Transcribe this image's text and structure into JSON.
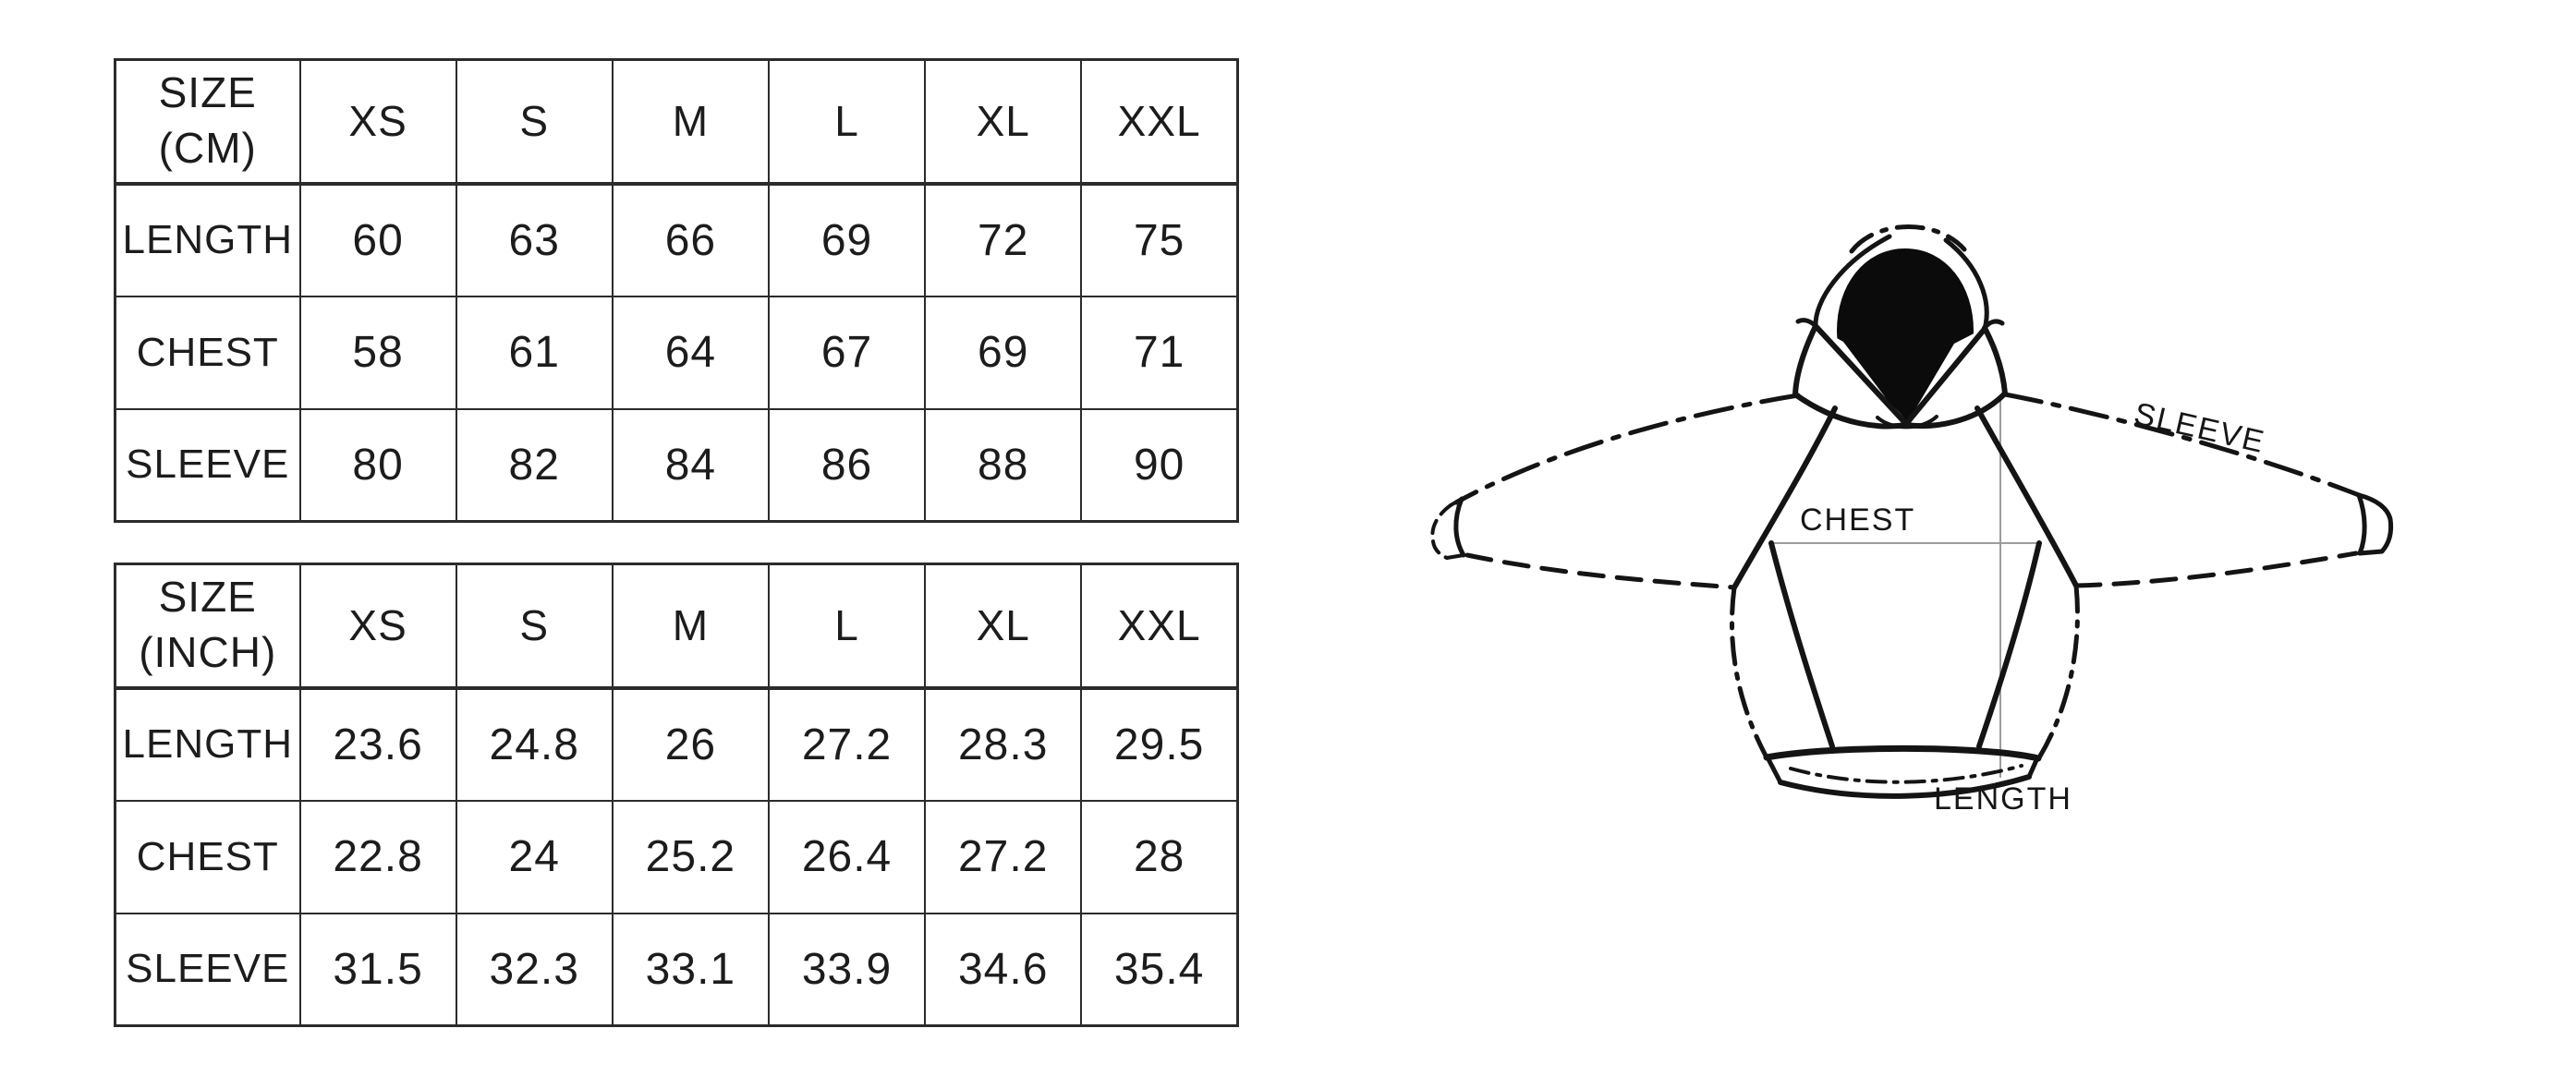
{
  "page": {
    "background_color": "#ffffff",
    "line_color": "#141414",
    "measure_line_color": "#9c9c9c"
  },
  "size_tables": [
    {
      "name": "size-table-cm",
      "unit_line1": "SIZE",
      "unit_line2": "(CM)",
      "columns": [
        "XS",
        "S",
        "M",
        "L",
        "XL",
        "XXL"
      ],
      "rows": [
        {
          "label": "LENGTH",
          "values": [
            "60",
            "63",
            "66",
            "69",
            "72",
            "75"
          ]
        },
        {
          "label": "CHEST",
          "values": [
            "58",
            "61",
            "64",
            "67",
            "69",
            "71"
          ]
        },
        {
          "label": "SLEEVE",
          "values": [
            "80",
            "82",
            "84",
            "86",
            "88",
            "90"
          ]
        }
      ]
    },
    {
      "name": "size-table-inch",
      "unit_line1": "SIZE",
      "unit_line2": "(INCH)",
      "columns": [
        "XS",
        "S",
        "M",
        "L",
        "XL",
        "XXL"
      ],
      "rows": [
        {
          "label": "LENGTH",
          "values": [
            "23.6",
            "24.8",
            "26",
            "27.2",
            "28.3",
            "29.5"
          ]
        },
        {
          "label": "CHEST",
          "values": [
            "22.8",
            "24",
            "25.2",
            "26.4",
            "27.2",
            "28"
          ]
        },
        {
          "label": "SLEEVE",
          "values": [
            "31.5",
            "32.3",
            "33.1",
            "33.9",
            "34.6",
            "35.4"
          ]
        }
      ]
    }
  ],
  "diagram": {
    "labels": {
      "sleeve": "SLEEVE",
      "chest": "CHEST",
      "length": "LENGTH"
    },
    "colors": {
      "outline": "#141414",
      "hood_opening_fill": "#0b0b0b",
      "measure_line": "#9c9c9c"
    }
  }
}
